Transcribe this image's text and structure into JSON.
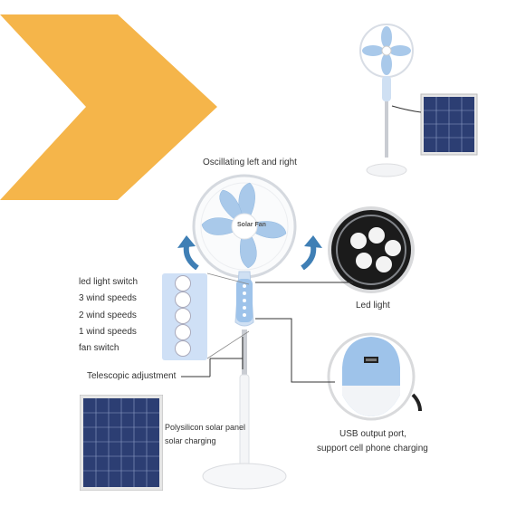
{
  "callouts": {
    "oscillating": "Oscillating left and right",
    "led_light": "Led light",
    "telescopic": "Telescopic adjustment",
    "usb_line1": "USB output port,",
    "usb_line2": "support cell phone charging",
    "panel_line1": "Polysilicon solar panel",
    "panel_line2": "solar charging"
  },
  "buttons": [
    {
      "label": "led light switch"
    },
    {
      "label": "3 wind speeds"
    },
    {
      "label": "2 wind speeds"
    },
    {
      "label": "1 wind speeds"
    },
    {
      "label": "fan switch"
    }
  ],
  "fan_logo": "Solar Fan",
  "colors": {
    "accent_orange": "#F5B54A",
    "arrow_blue": "#3F7FB5",
    "blade_blue": "#A9C9EA",
    "panel_cell": "#2C3E73"
  }
}
